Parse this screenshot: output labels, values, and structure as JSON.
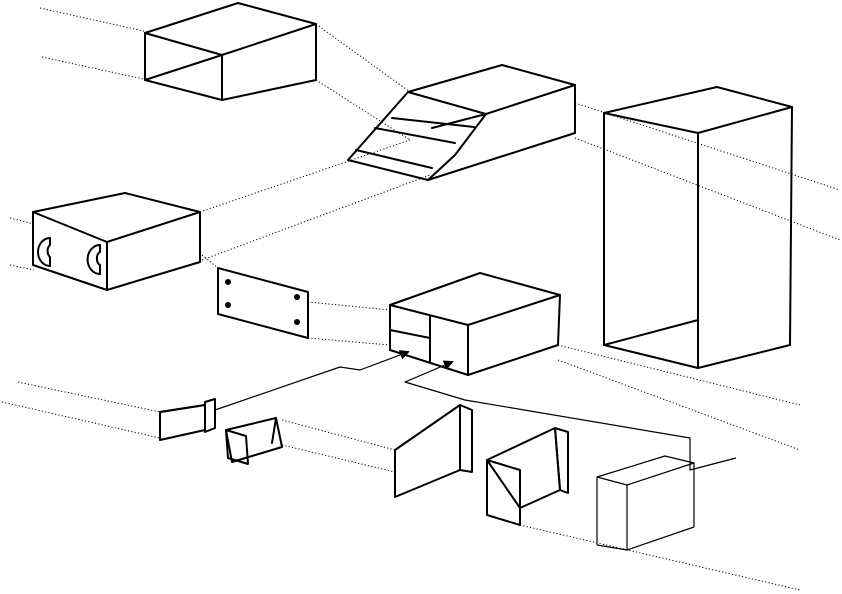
{
  "diagram": {
    "stroke_color": "#000000",
    "background_color": "#ffffff",
    "parts": [
      "open-duct-box",
      "transition-reducer",
      "tall-enclosure",
      "box-with-c-openings",
      "flat-panel-with-holes",
      "split-front-box",
      "small-bracket-left",
      "small-bracket-right",
      "large-angle-panel",
      "frame-panel",
      "small-cube"
    ]
  }
}
